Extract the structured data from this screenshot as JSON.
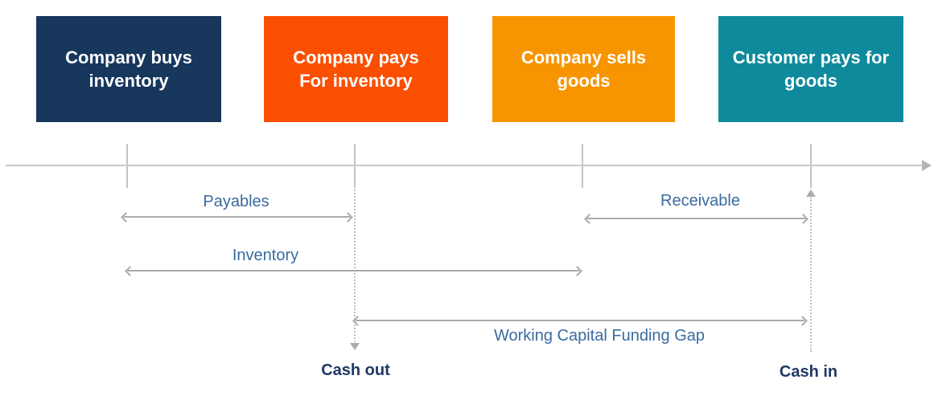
{
  "diagram": {
    "stages": [
      {
        "label": "Company buys inventory",
        "color": "#17375D"
      },
      {
        "label": "Company pays For inventory",
        "color": "#FA4F00"
      },
      {
        "label": "Company sells goods",
        "color": "#F79500"
      },
      {
        "label": "Customer pays for goods",
        "color": "#0F8A9C"
      }
    ],
    "spans": {
      "payables": {
        "label": "Payables"
      },
      "inventory": {
        "label": "Inventory"
      },
      "receivable": {
        "label": "Receivable"
      },
      "funding_gap": {
        "label": "Working Capital Funding Gap"
      }
    },
    "cash_flows": {
      "out": "Cash out",
      "in": "Cash in"
    }
  },
  "colors": {
    "stage_navy": "#17375D",
    "stage_red_orange": "#FA4F00",
    "stage_orange": "#F79500",
    "stage_teal": "#0F8A9C",
    "timeline_gray": "#C9C9C9",
    "arrow_gray": "#ABABAB",
    "span_label_blue": "#3A6B9F",
    "cash_label_navy": "#1F3864"
  }
}
